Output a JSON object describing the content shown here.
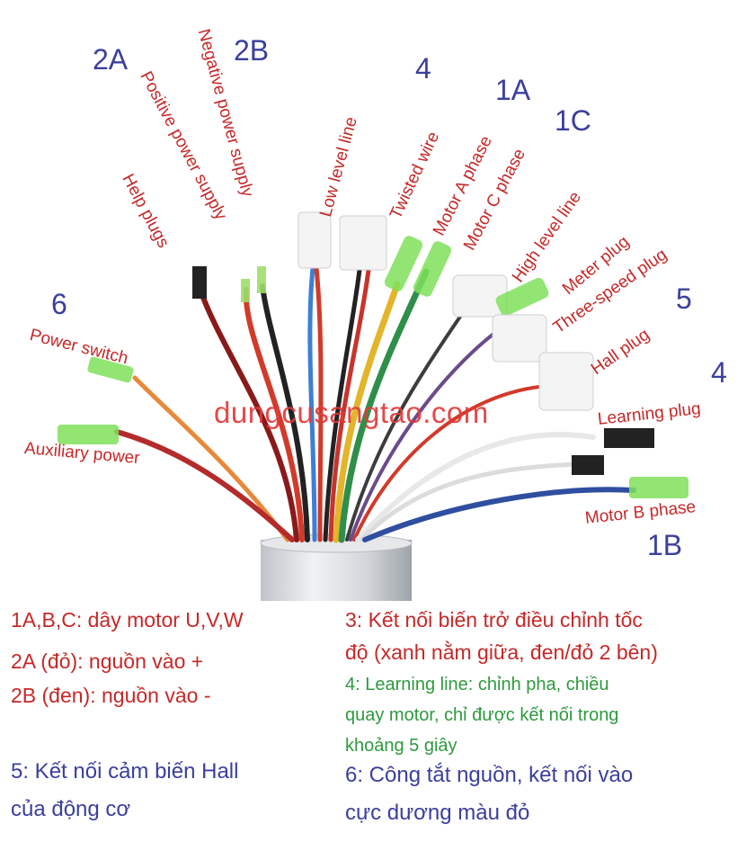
{
  "photo": {
    "alt": "",
    "numbers": {
      "n2a": "2A",
      "n2b": "2B",
      "n4_top": "4",
      "n1a": "1A",
      "n1c": "1C",
      "n6": "6",
      "n5": "5",
      "n4_right": "4",
      "n1b": "1B"
    },
    "labels": {
      "positive_power": "Positive power supply",
      "negative_power": "Negative power supply",
      "help_plugs": "Help plugs",
      "low_level": "Low level line",
      "twisted_wire": "Twisted wire",
      "motor_a": "Motor A phase",
      "motor_c": "Motor C phase",
      "high_level": "High level line",
      "meter_plug": "Meter plug",
      "three_speed": "Three-speed plug",
      "hall_plug": "Hall plug",
      "power_switch": "Power switch",
      "auxiliary_power": "Auxiliary power",
      "learning_plug": "Learning plug",
      "motor_b": "Motor B phase"
    },
    "watermark": "dungcusangtao.com"
  },
  "notes": {
    "left_1": "1A,B,C: dây motor U,V,W",
    "left_2": "2A (đỏ): nguồn vào +",
    "left_3": "2B (đen): nguồn vào -",
    "left_5a": "5: Kết nối cảm biến Hall",
    "left_5b": "của động cơ",
    "right_3a": "3: Kết nối biến trở điều chỉnh tốc",
    "right_3b": "độ (xanh nằm giữa, đen/đỏ 2 bên)",
    "right_4a": "4: Learning line: chỉnh pha, chiều",
    "right_4b": "quay motor, chỉ được kết nối trong",
    "right_4c": "khoảng 5 giây",
    "right_6a": "6: Công tắt nguồn, kết nối vào",
    "right_6b": "cực dương màu đỏ"
  },
  "colors": {
    "number_blue": "#3b3f9e",
    "label_red": "#c62828",
    "note_green": "#2e9a3e"
  }
}
